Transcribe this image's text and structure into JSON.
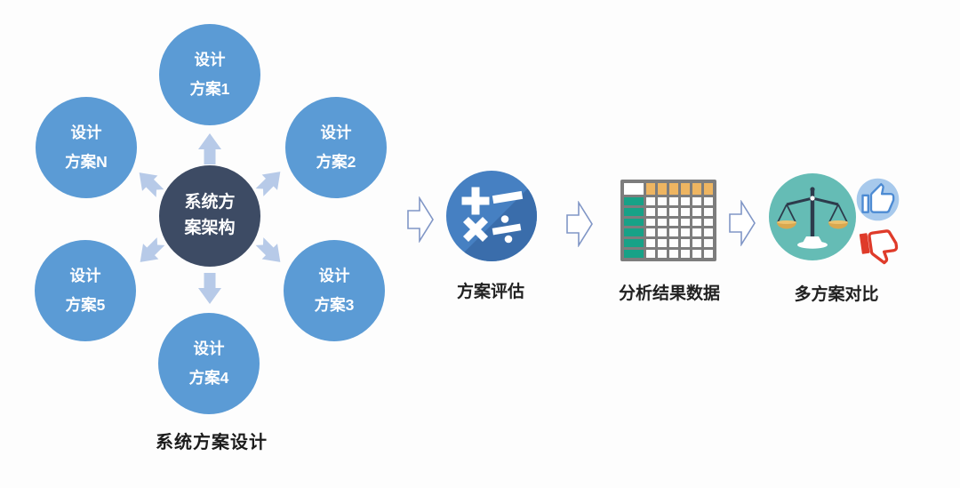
{
  "cluster": {
    "hub": {
      "line1": "系统方",
      "line2": "案架构"
    },
    "satellites": [
      {
        "line1": "设计",
        "line2": "方案1"
      },
      {
        "line1": "设计",
        "line2": "方案2"
      },
      {
        "line1": "设计",
        "line2": "方案3"
      },
      {
        "line1": "设计",
        "line2": "方案4"
      },
      {
        "line1": "设计",
        "line2": "方案5"
      },
      {
        "line1": "设计",
        "line2": "方案N"
      }
    ],
    "caption": "系统方案设计"
  },
  "steps": [
    {
      "label": "方案评估",
      "icon": "math-operations-icon"
    },
    {
      "label": "分析结果数据",
      "icon": "data-table-icon",
      "table_icon": {
        "header_cols": 6,
        "data_rows": 6
      }
    },
    {
      "label": "多方案对比",
      "icons": [
        "balance-scale-icon",
        "thumb-up-icon",
        "thumb-down-icon"
      ]
    }
  ],
  "colors": {
    "satellite_blue": "#5b9bd5",
    "hub_navy": "#3d4b64",
    "radiating_arrow_blue": "#b7cae8",
    "flow_arrow_outline": "#8096c6",
    "evaluation_blue": "#4680c2",
    "evaluation_shadow": "#3a6dab",
    "table_frame_gray": "#7d7d7d",
    "table_header_orange": "#eeb561",
    "table_row_green": "#17a287",
    "comparison_teal": "#65bcb5",
    "scale_dark": "#2d3b4c",
    "scale_gold": "#d9a84f",
    "thumb_up_blue": "#4d8bd3",
    "thumb_up_bg": "#a7c9ec",
    "thumb_down_red": "#df3b2a"
  }
}
